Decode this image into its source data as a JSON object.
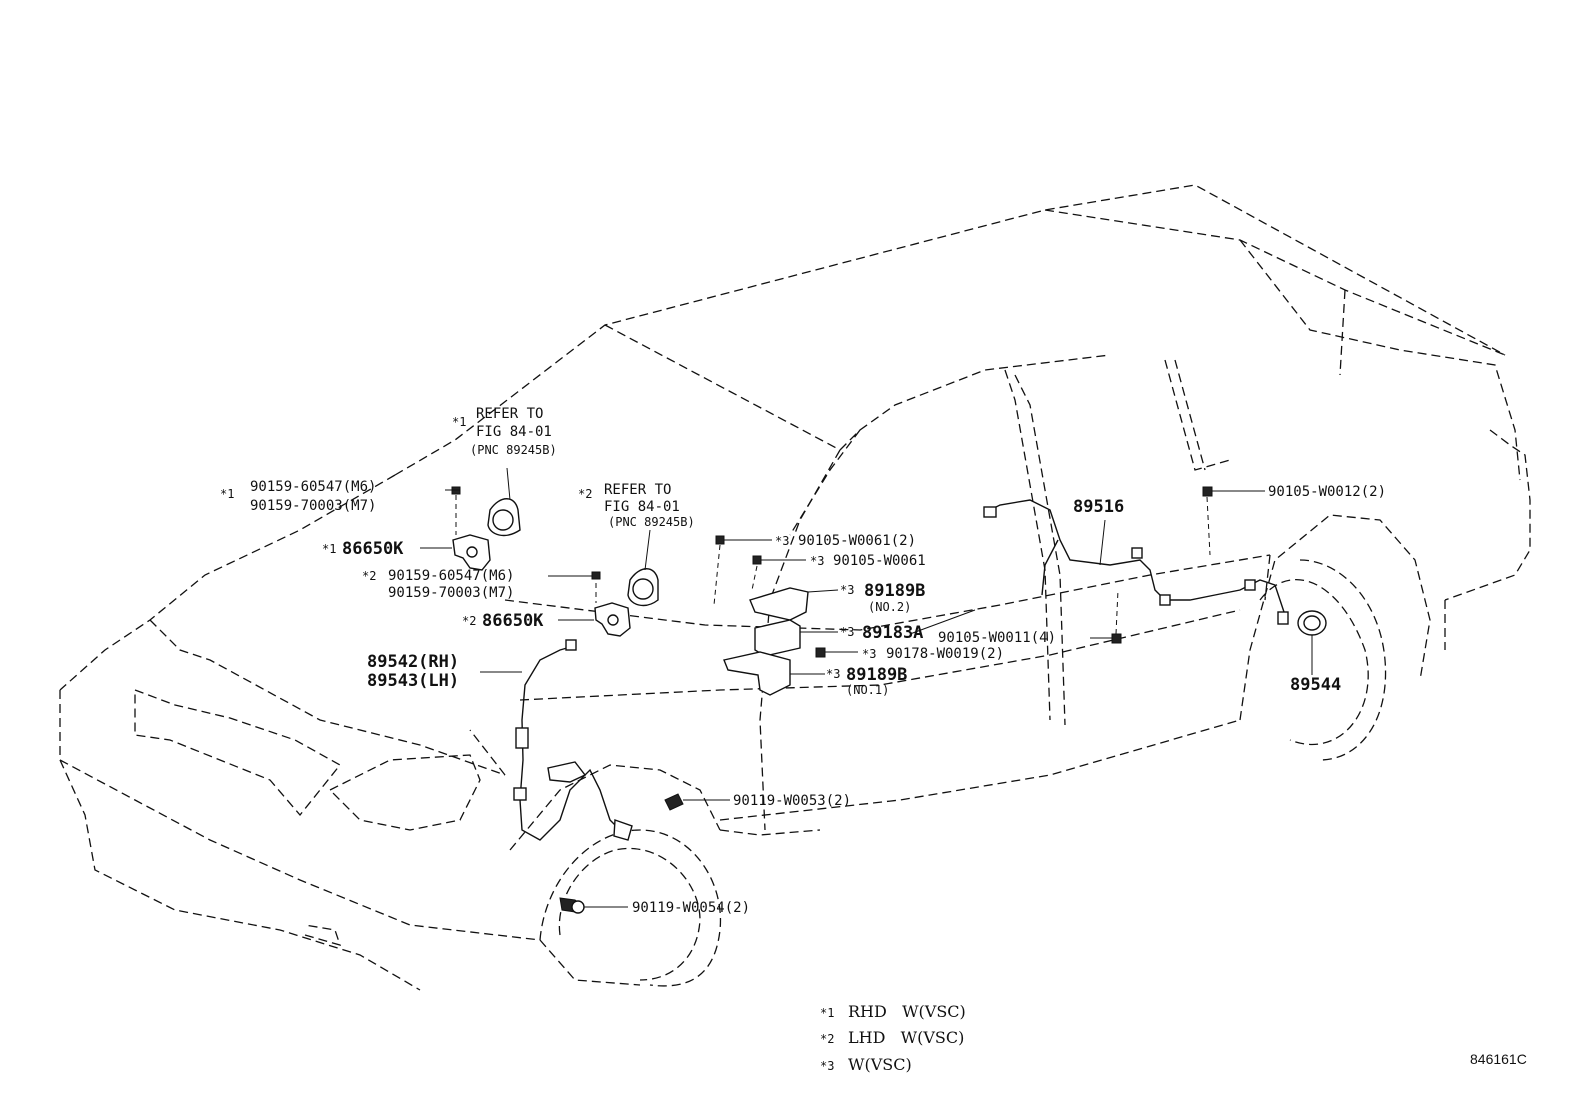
{
  "callouts": {
    "refer1": {
      "star": "*1",
      "l1": "REFER TO",
      "l2": "FIG 84-01",
      "l3": "(PNC 89245B)"
    },
    "bolt1": {
      "star": "*1",
      "l1": "90159-60547(M6)",
      "l2": "90159-70003(M7)"
    },
    "sensor1": {
      "star": "*1",
      "part": "86650K"
    },
    "refer2": {
      "star": "*2",
      "l1": "REFER TO",
      "l2": "FIG 84-01",
      "l3": "(PNC 89245B)"
    },
    "bolt2": {
      "star": "*2",
      "l1": "90159-60547(M6)",
      "l2": "90159-70003(M7)"
    },
    "sensor2": {
      "star": "*2",
      "part": "86650K"
    },
    "front_sensor": {
      "l1": "89542(RH)",
      "l2": "89543(LH)"
    },
    "bolt_w0061_2": {
      "star": "*3",
      "text": "90105-W0061(2)"
    },
    "bolt_w0061": {
      "star": "*3",
      "text": "90105-W0061"
    },
    "bracket2": {
      "star": "*3",
      "part": "89189B",
      "sub": "(NO.2)"
    },
    "yaw_sensor": {
      "star": "*3",
      "part": "89183A"
    },
    "bolt_w0011": {
      "text": "90105-W0011(4)"
    },
    "nut_w0019": {
      "star": "*3",
      "text": "90178-W0019(2)"
    },
    "bracket1": {
      "star": "*3",
      "part": "89189B",
      "sub": "(NO.1)"
    },
    "rear_harness": {
      "part": "89516"
    },
    "bolt_w0012": {
      "text": "90105-W0012(2)"
    },
    "rear_rotor": {
      "part": "89544"
    },
    "bolt_w0053": {
      "text": "90119-W0053(2)"
    },
    "bolt_w0054": {
      "text": "90119-W0054(2)"
    }
  },
  "legend": [
    {
      "star": "*1",
      "text": "RHD   W(VSC)"
    },
    {
      "star": "*2",
      "text": "LHD   W(VSC)"
    },
    {
      "star": "*3",
      "text": "W(VSC)"
    }
  ],
  "figure_code": "846161C"
}
